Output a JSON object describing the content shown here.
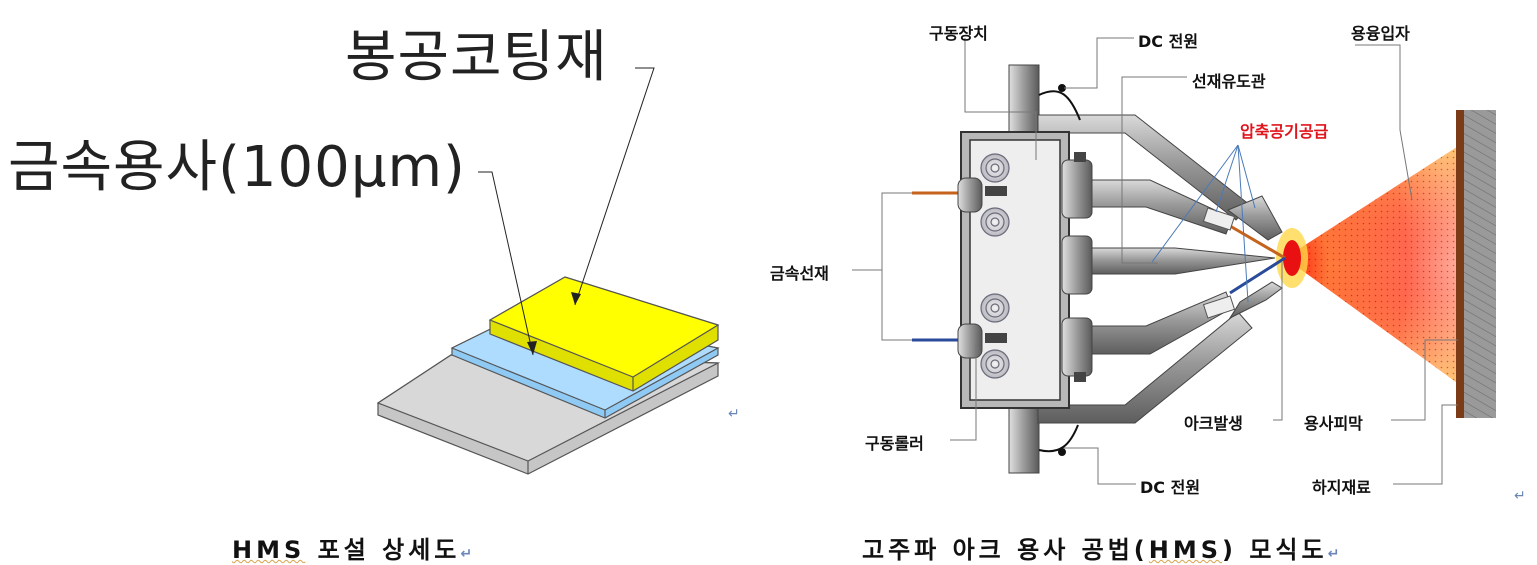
{
  "left": {
    "label_coating": "봉공코팅재",
    "label_metal": "금속용사(100μm)",
    "caption": {
      "prefix": "HMS",
      "rest": " 포설 상세도"
    }
  },
  "right": {
    "labels": {
      "drive_unit": "구동장치",
      "dc_top": "DC 전원",
      "molten": "용융입자",
      "wire_guide": "선재유도관",
      "compressed_air": "압축공기공급",
      "metal_wire": "금속선재",
      "arc": "아크발생",
      "coating": "용사피막",
      "drive_roller": "구동롤러",
      "dc_bottom": "DC 전원",
      "substrate": "하지재료"
    },
    "caption": {
      "prefix": "고주파 아크 용사 공법(",
      "hms": "HMS",
      "suffix": ")  모식도"
    }
  },
  "return_mark": "↵",
  "colors": {
    "yellow_layer": "#ffff00",
    "blue_layer": "#a6d8ff",
    "gray_layer": "#d6d6d6",
    "air_label": "#e0141d",
    "wire_copper": "#c5621b",
    "wire_blue": "#2a4a9a",
    "spray_center": "#ff2a1a",
    "spray_edge": "#ffd84a",
    "wall_brown": "#7a3b16"
  }
}
